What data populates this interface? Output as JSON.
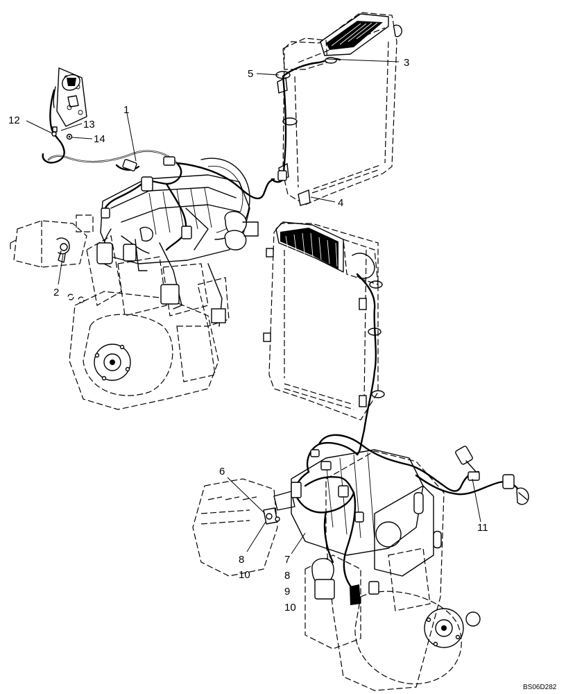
{
  "callouts": {
    "c1": "1",
    "c2": "2",
    "c3": "3",
    "c4": "4",
    "c5": "5",
    "c6": "6",
    "c7": "7",
    "c8a": "8",
    "c10a": "10",
    "c8b": "8",
    "c9": "9",
    "c10b": "10",
    "c11": "11",
    "c12": "12",
    "c13": "13",
    "c14": "14"
  },
  "drawing_code": "BS06D282"
}
